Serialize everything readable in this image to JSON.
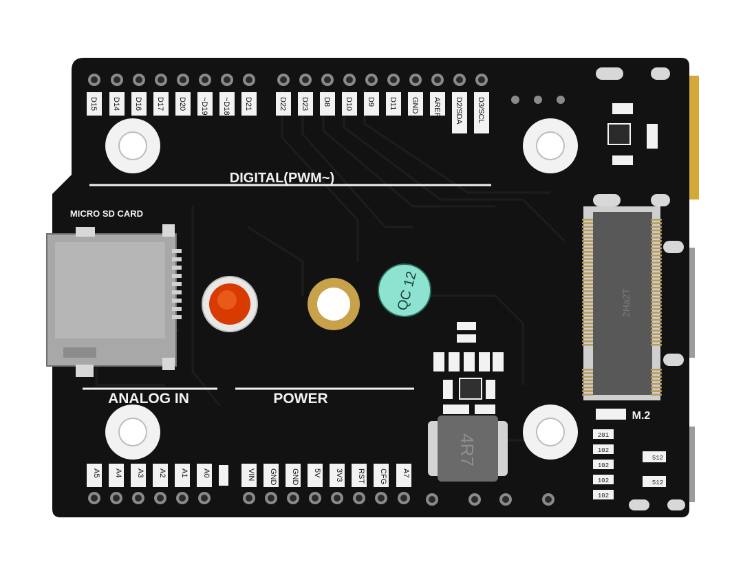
{
  "board": {
    "headings": {
      "digital": "DIGITAL(PWM~)",
      "analog_in": "ANALOG IN",
      "power": "POWER",
      "micro_sd": "MICRO SD CARD",
      "m2": "M.2"
    },
    "top_pins": [
      "D15",
      "D14",
      "D16",
      "D17",
      "D20",
      "~D19",
      "~D18",
      "D21",
      "D22",
      "D23",
      "D8",
      "D10",
      "D9",
      "D11",
      "GND",
      "AREF",
      "D2/SDA",
      "D3/SCL"
    ],
    "bottom_pins": [
      "A5",
      "A4",
      "A3",
      "A2",
      "A1",
      "A0",
      "VIN",
      "GND",
      "GND",
      "5V",
      "3V3",
      "RST",
      "CFG",
      "A7"
    ],
    "inductor_mark": "4R7",
    "qc_sticker": "QC 12",
    "m2_slot_mark": "2Ha2T",
    "resistor_marks": [
      "201",
      "102",
      "102",
      "102",
      "102"
    ],
    "small_marks": [
      "512",
      "512"
    ],
    "colors": {
      "pcb": "#121212",
      "silkscreen": "#f2f2f2",
      "led_red": "#d93a00",
      "gold": "#c8a24a",
      "qc_teal": "#8de3cf",
      "sd_metal": "#a8a8a8"
    }
  }
}
